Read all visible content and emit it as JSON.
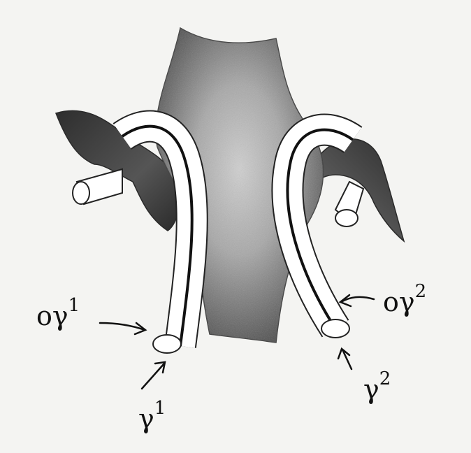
{
  "labels": {
    "o_gamma_1": {
      "base": "oγ",
      "sup": "1"
    },
    "o_gamma_2": {
      "base": "oγ",
      "sup": "2"
    },
    "gamma_1": {
      "base": "γ",
      "sup": "1"
    },
    "gamma_2": {
      "base": "γ",
      "sup": "2"
    }
  },
  "colors": {
    "paper": "#f4f4f2",
    "surface_dark": "#3a3a3a",
    "surface_mid": "#8a8a8a",
    "surface_light": "#d9d9d9",
    "tube_outline": "#222222",
    "tube_fill": "#ffffff",
    "ink": "#111111"
  }
}
